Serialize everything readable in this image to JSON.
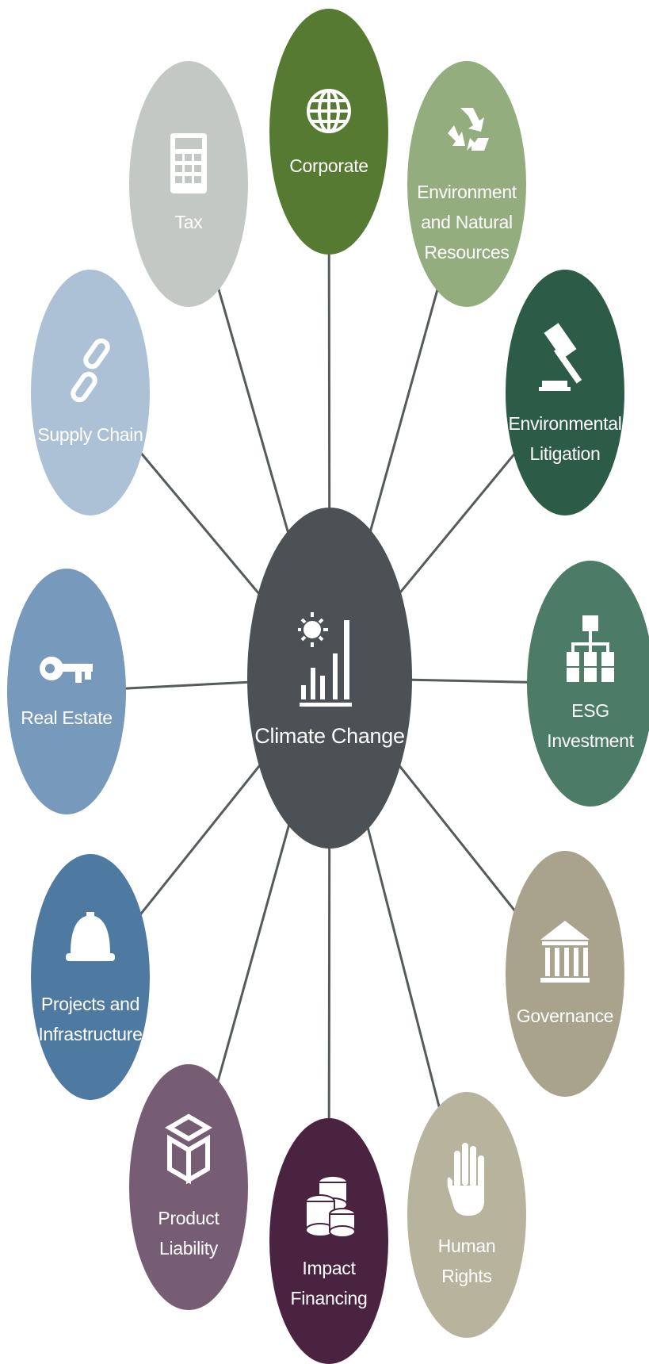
{
  "center": {
    "label": "Climate Change",
    "icon": "sun-bar-chart-icon",
    "color": "#4b5155"
  },
  "nodes": [
    {
      "id": "corporate",
      "label": "Corporate",
      "icon": "globe-icon",
      "color": "#577a32"
    },
    {
      "id": "environment",
      "label": "Environment\nand Natural\nResources",
      "icon": "recycle-icon",
      "color": "#94ad7e"
    },
    {
      "id": "litigation",
      "label": "Environmental\nLitigation",
      "icon": "gavel-icon",
      "color": "#2c5b47"
    },
    {
      "id": "esg",
      "label": "ESG Investment",
      "icon": "org-chart-icon",
      "color": "#4c7b67"
    },
    {
      "id": "governance",
      "label": "Governance",
      "icon": "bank-building-icon",
      "color": "#a9a38d"
    },
    {
      "id": "human-rights",
      "label": "Human Rights",
      "icon": "hand-icon",
      "color": "#b7b39d"
    },
    {
      "id": "impact",
      "label": "Impact\nFinancing",
      "icon": "coins-icon",
      "color": "#4a2340"
    },
    {
      "id": "product",
      "label": "Product\nLiability",
      "icon": "box-icon",
      "color": "#775d73"
    },
    {
      "id": "projects",
      "label": "Projects and\nInfrastructure",
      "icon": "hard-hat-icon",
      "color": "#4e7aa2"
    },
    {
      "id": "real-estate",
      "label": "Real Estate",
      "icon": "key-icon",
      "color": "#7799bb"
    },
    {
      "id": "supply-chain",
      "label": "Supply Chain",
      "icon": "chain-link-icon",
      "color": "#acc1d5"
    },
    {
      "id": "tax",
      "label": "Tax",
      "icon": "calculator-icon",
      "color": "#c4c8c5"
    }
  ]
}
